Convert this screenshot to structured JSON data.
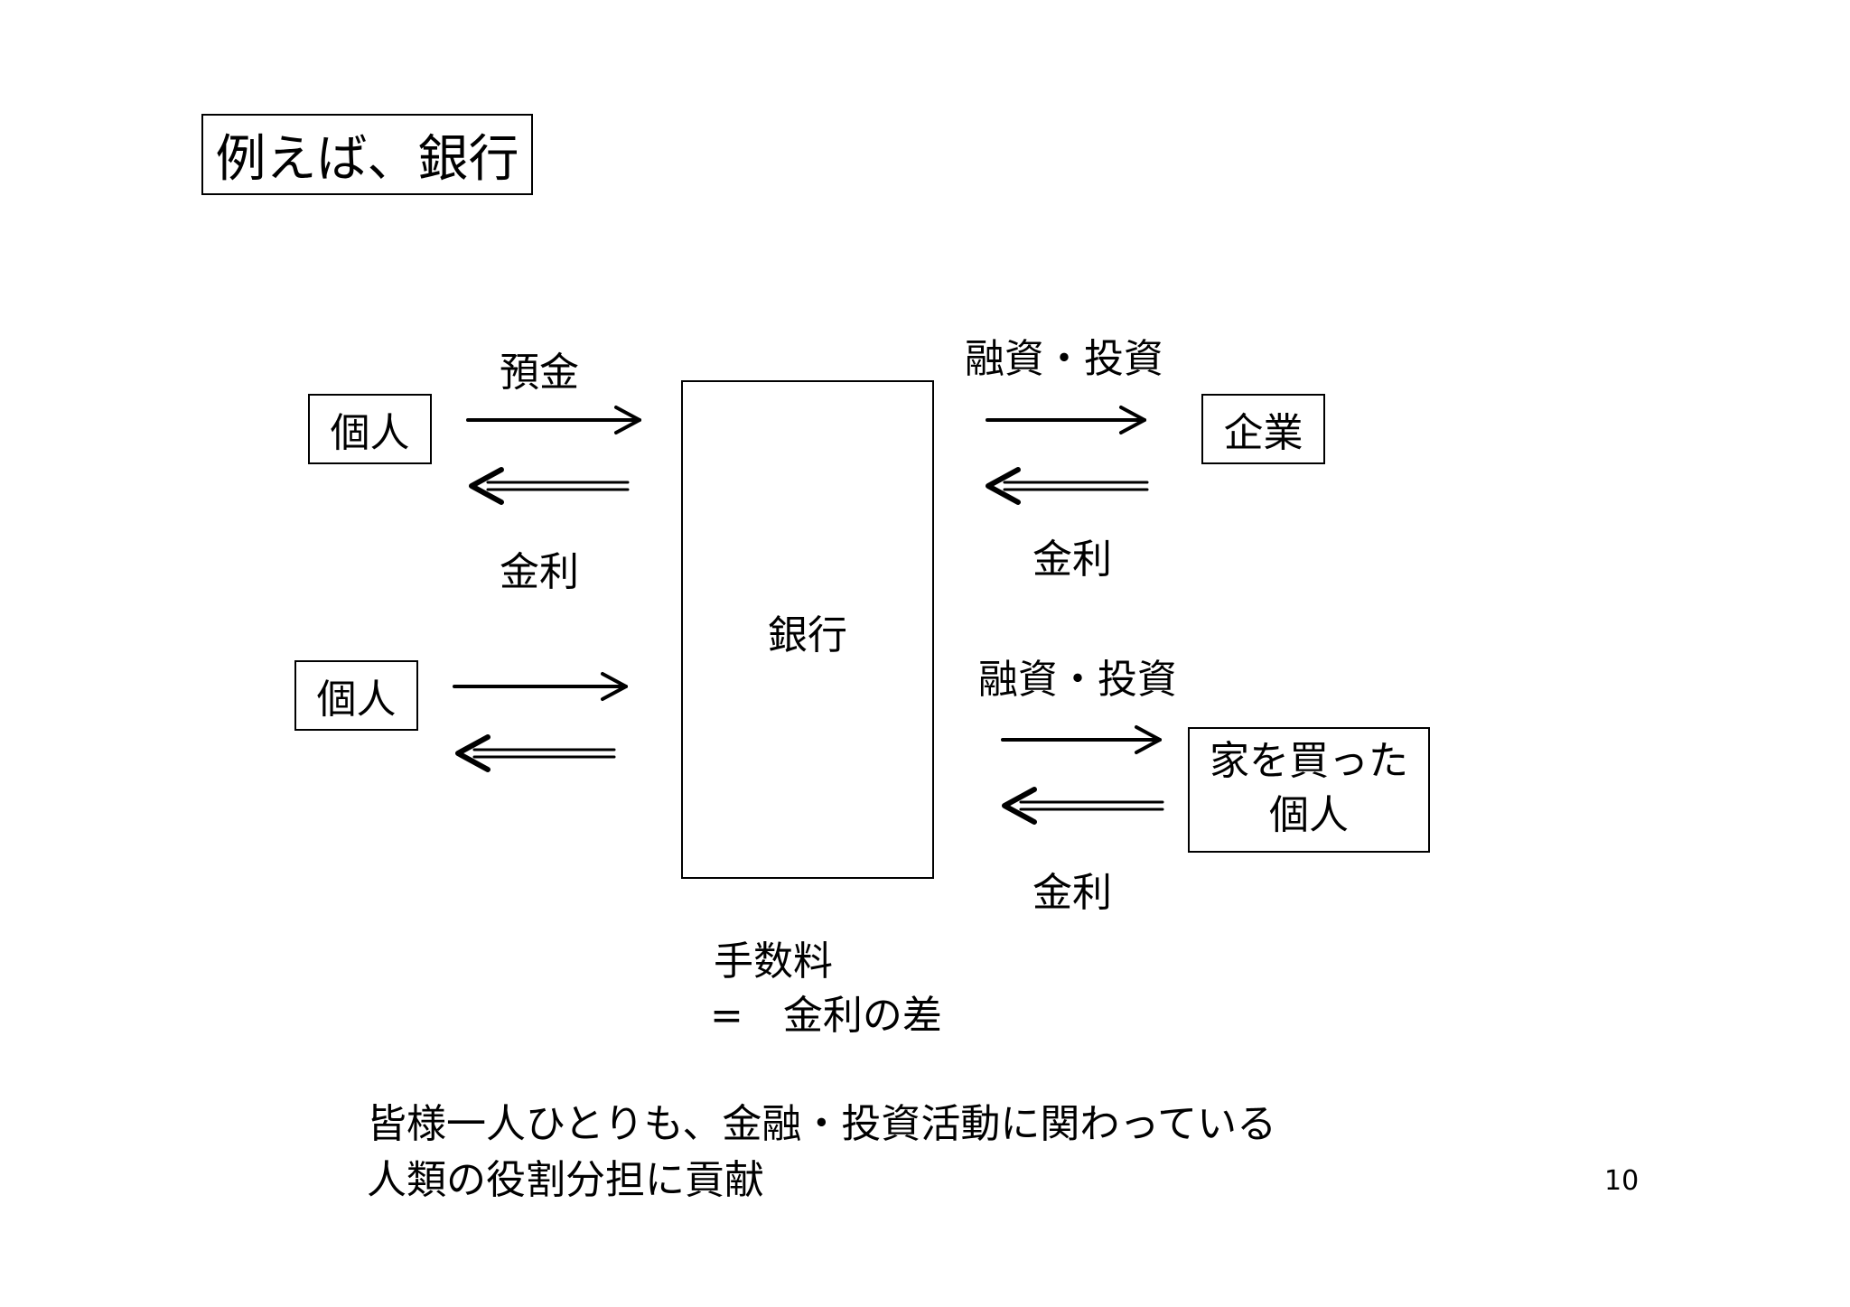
{
  "title": "例えば、銀行",
  "nodes": {
    "individual_top": "個人",
    "individual_bottom": "個人",
    "bank": "銀行",
    "company": "企業",
    "homebuyer_line1": "家を買った",
    "homebuyer_line2": "個人"
  },
  "labels": {
    "deposit": "預金",
    "interest_left": "金利",
    "finance_top": "融資・投資",
    "interest_right_top": "金利",
    "finance_bottom": "融資・投資",
    "interest_right_bottom": "金利"
  },
  "fee": {
    "line1": "手数料",
    "line2": "=　金利の差"
  },
  "conclusion": {
    "line1": "皆様一人ひとりも、金融・投資活動に関わっている",
    "line2": "人類の役割分担に貢献"
  },
  "page_number": "10"
}
